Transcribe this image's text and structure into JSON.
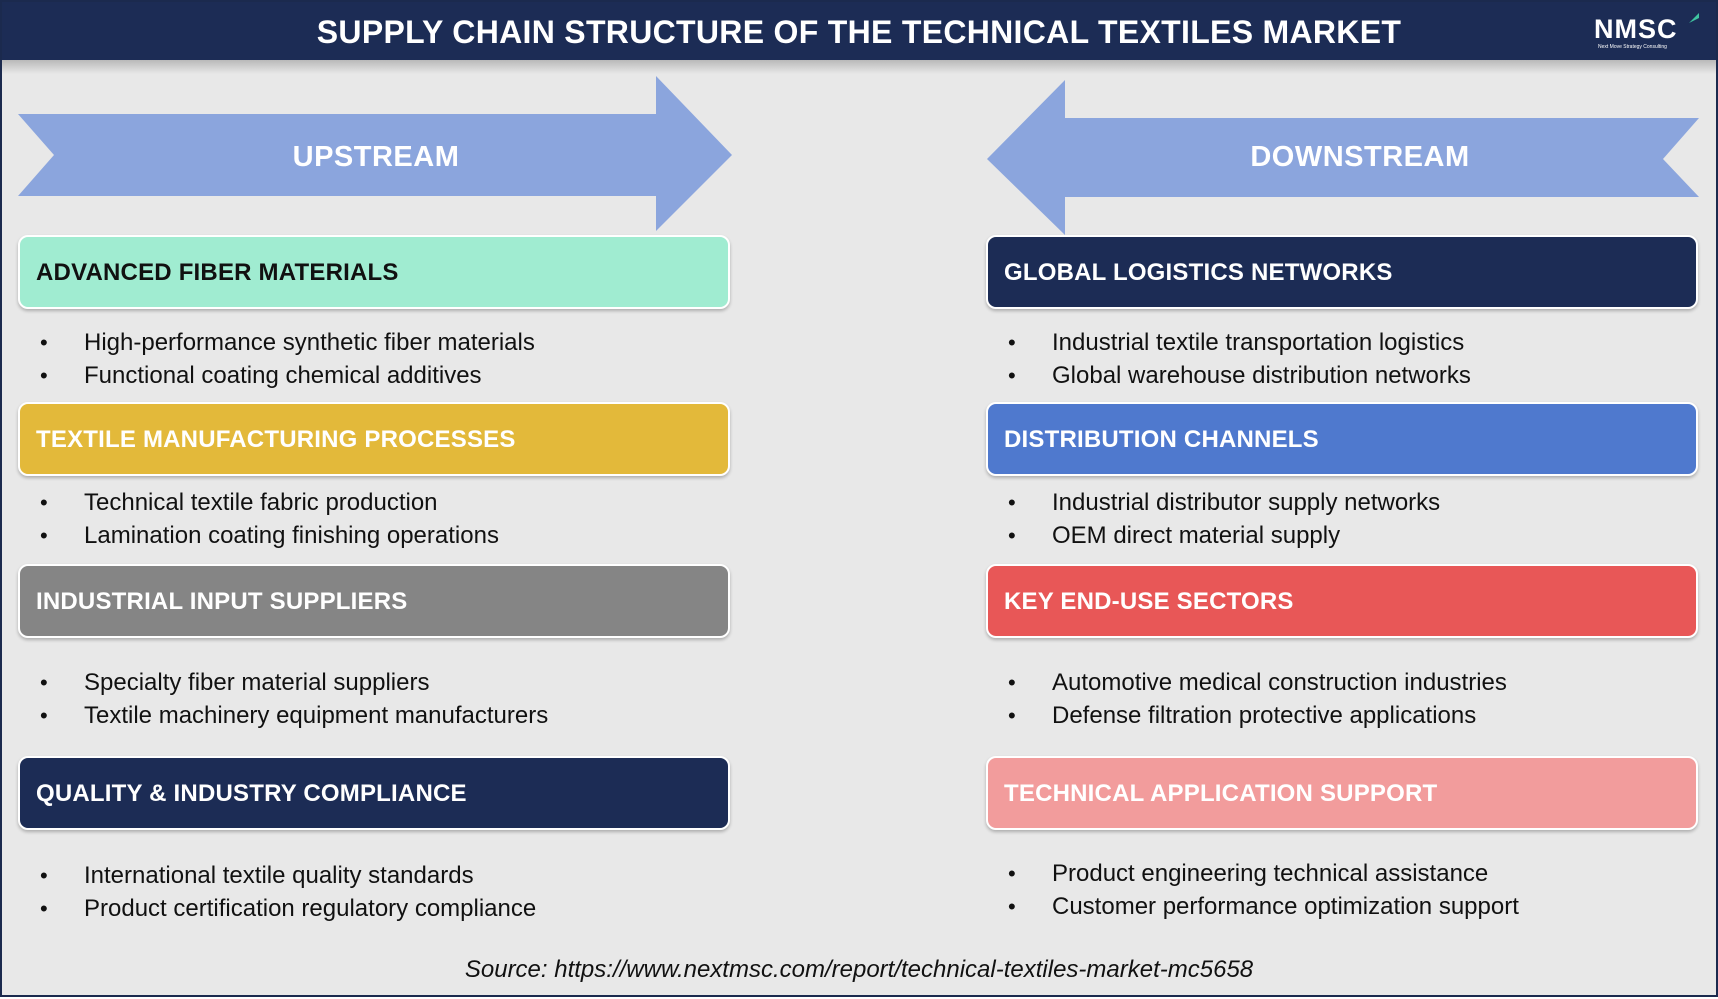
{
  "header": {
    "title": "SUPPLY CHAIN STRUCTURE OF THE TECHNICAL TEXTILES MARKET",
    "logo_text": "NMSC",
    "logo_subtext": "Next Move Strategy Consulting"
  },
  "arrows": {
    "upstream": "UPSTREAM",
    "downstream": "DOWNSTREAM",
    "color": "#8ba5dd"
  },
  "upstream": [
    {
      "title": "ADVANCED FIBER MATERIALS",
      "color": "#a0ecd1",
      "text_color": "#111111",
      "bullets": [
        "High-performance synthetic fiber materials",
        "Functional coating chemical additives"
      ]
    },
    {
      "title": "TEXTILE MANUFACTURING PROCESSES",
      "color": "#e3b93a",
      "text_color": "#ffffff",
      "bullets": [
        "Technical textile fabric production",
        "Lamination coating finishing operations"
      ]
    },
    {
      "title": "INDUSTRIAL INPUT SUPPLIERS",
      "color": "#858585",
      "text_color": "#ffffff",
      "bullets": [
        "Specialty fiber material suppliers",
        "Textile machinery equipment manufacturers"
      ]
    },
    {
      "title": "QUALITY & INDUSTRY COMPLIANCE",
      "color": "#1c2c55",
      "text_color": "#ffffff",
      "bullets": [
        "International textile quality standards",
        "Product certification regulatory compliance"
      ]
    }
  ],
  "downstream": [
    {
      "title": "GLOBAL LOGISTICS NETWORKS",
      "color": "#1c2c55",
      "text_color": "#ffffff",
      "bullets": [
        "Industrial textile transportation logistics",
        "Global warehouse distribution networks"
      ]
    },
    {
      "title": "DISTRIBUTION CHANNELS",
      "color": "#4f79ce",
      "text_color": "#ffffff",
      "bullets": [
        "Industrial distributor supply networks",
        "OEM direct material supply"
      ]
    },
    {
      "title": "KEY END-USE SECTORS",
      "color": "#e85757",
      "text_color": "#ffffff",
      "bullets": [
        "Automotive medical construction industries",
        "Defense filtration protective applications"
      ]
    },
    {
      "title": "TECHNICAL APPLICATION SUPPORT",
      "color": "#f29c9c",
      "text_color": "#ffffff",
      "bullets": [
        "Product engineering technical assistance",
        "Customer performance optimization support"
      ]
    }
  ],
  "source": "Source: https://www.nextmsc.com/report/technical-textiles-market-mc5658"
}
